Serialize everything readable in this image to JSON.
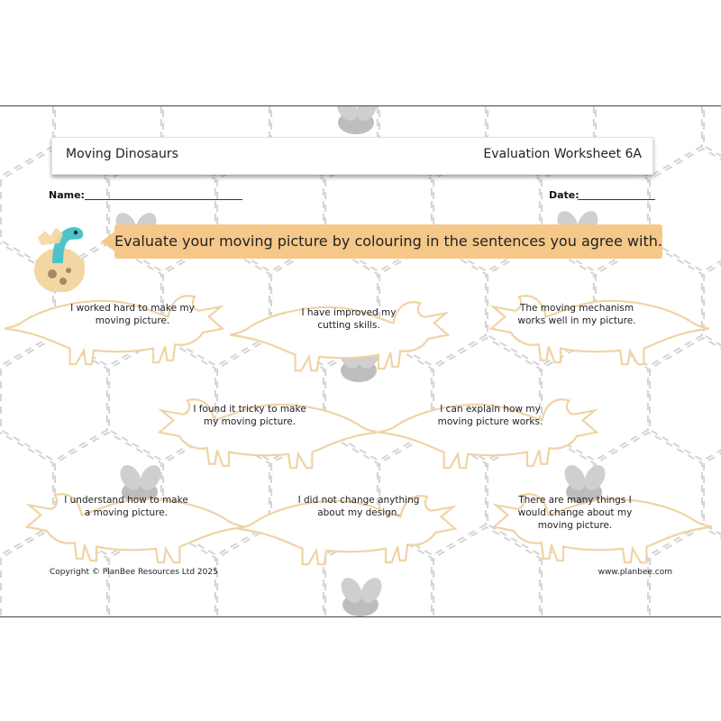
{
  "header": {
    "title": "Moving Dinosaurs",
    "worksheet": "Evaluation Worksheet 6A"
  },
  "fields": {
    "name_label": "Name:",
    "date_label": "Date:"
  },
  "instruction": "Evaluate your moving picture by colouring in the sentences you agree with.",
  "sentences": [
    "I worked hard to make my moving picture.",
    "I have improved my cutting skills.",
    "The moving mechanism works well in my picture.",
    "I found it tricky to make my moving picture.",
    "I can explain how my moving picture works.",
    "I understand how to make a moving picture.",
    "I did not change anything about my design.",
    "There are many things I would change about my moving picture."
  ],
  "footer": {
    "copyright": "Copyright © PlanBee Resources Ltd 2025",
    "website": "www.planbee.com"
  },
  "colors": {
    "banner": "#f5c88a",
    "dino_outline": "#f0d3a4",
    "egg": "#f3d7a3",
    "dino_head": "#4cc3c9"
  }
}
